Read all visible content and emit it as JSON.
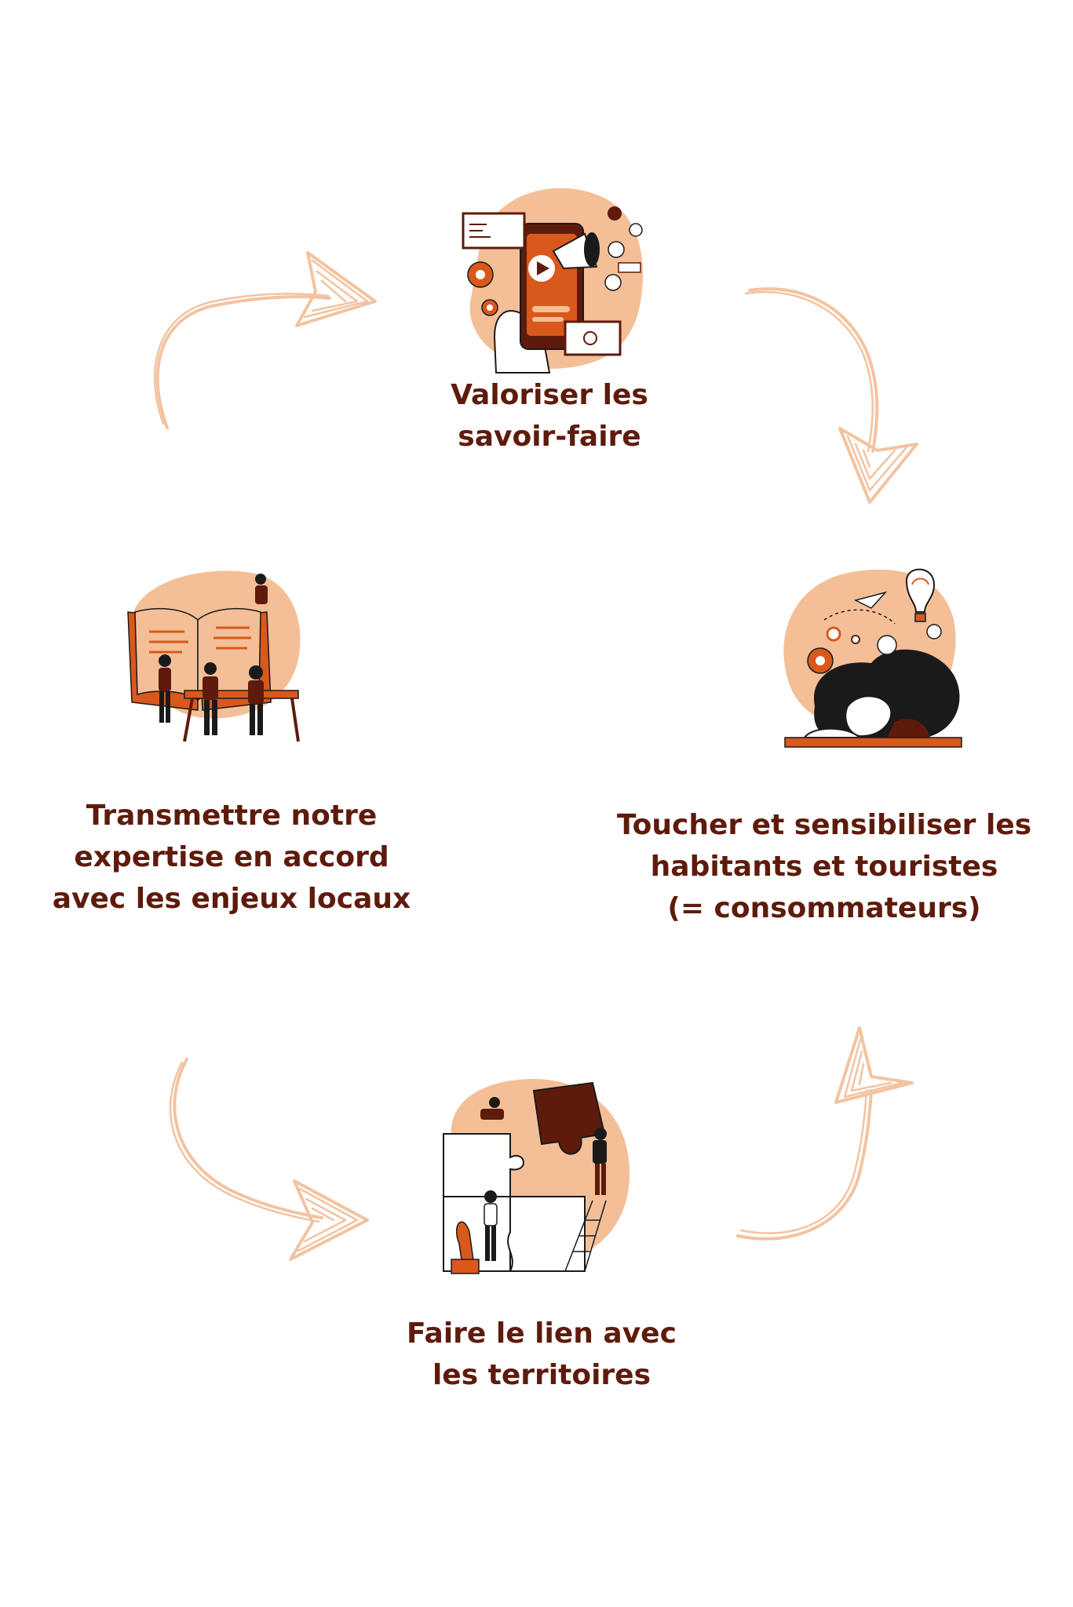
{
  "steps": {
    "valoriser": {
      "lines": [
        "Valoriser les",
        "savoir-faire"
      ],
      "icon": "phone-marketing-illustration"
    },
    "toucher": {
      "lines": [
        "Toucher et sensibiliser les",
        "habitants et touristes",
        "(= consommateurs)"
      ],
      "icon": "idea-thinking-illustration"
    },
    "transmettre": {
      "lines": [
        "Transmettre notre",
        "expertise en accord",
        "avec les enjeux locaux"
      ],
      "icon": "book-teaching-illustration"
    },
    "faire_lien": {
      "lines": [
        "Faire le lien avec",
        "les territoires"
      ],
      "icon": "puzzle-teamwork-illustration"
    }
  },
  "colors": {
    "text": "#5e1b0c",
    "arrow": "#f3c3a0",
    "blob": "#f4bf97",
    "dark": "#5e1b0c",
    "accent": "#d9581c",
    "black": "#1a1a1a"
  }
}
